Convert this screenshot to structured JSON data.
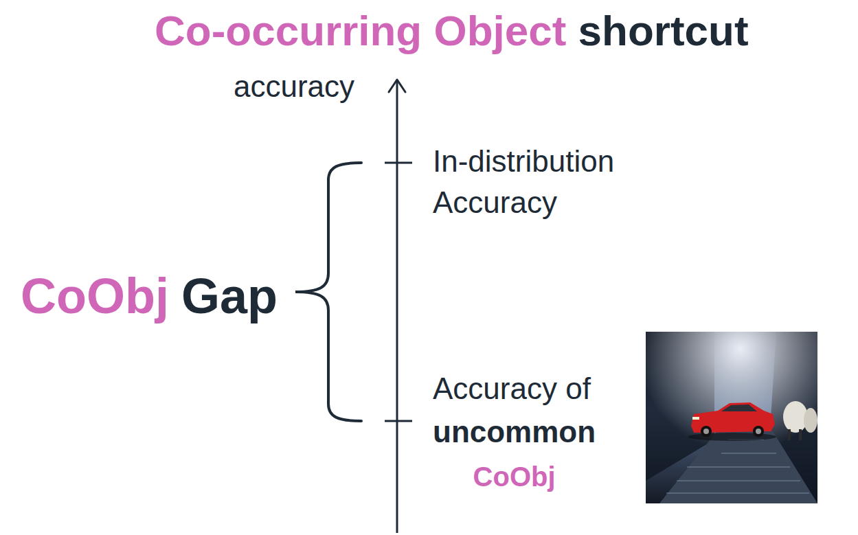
{
  "diagram": {
    "title": "Co-occurring Object shortcut",
    "labels": [
      "accuracy",
      "In-distribution Accuracy",
      "CoObj",
      "Gap",
      "Accuracy of",
      "uncommon",
      "CoObj"
    ]
  }
}
